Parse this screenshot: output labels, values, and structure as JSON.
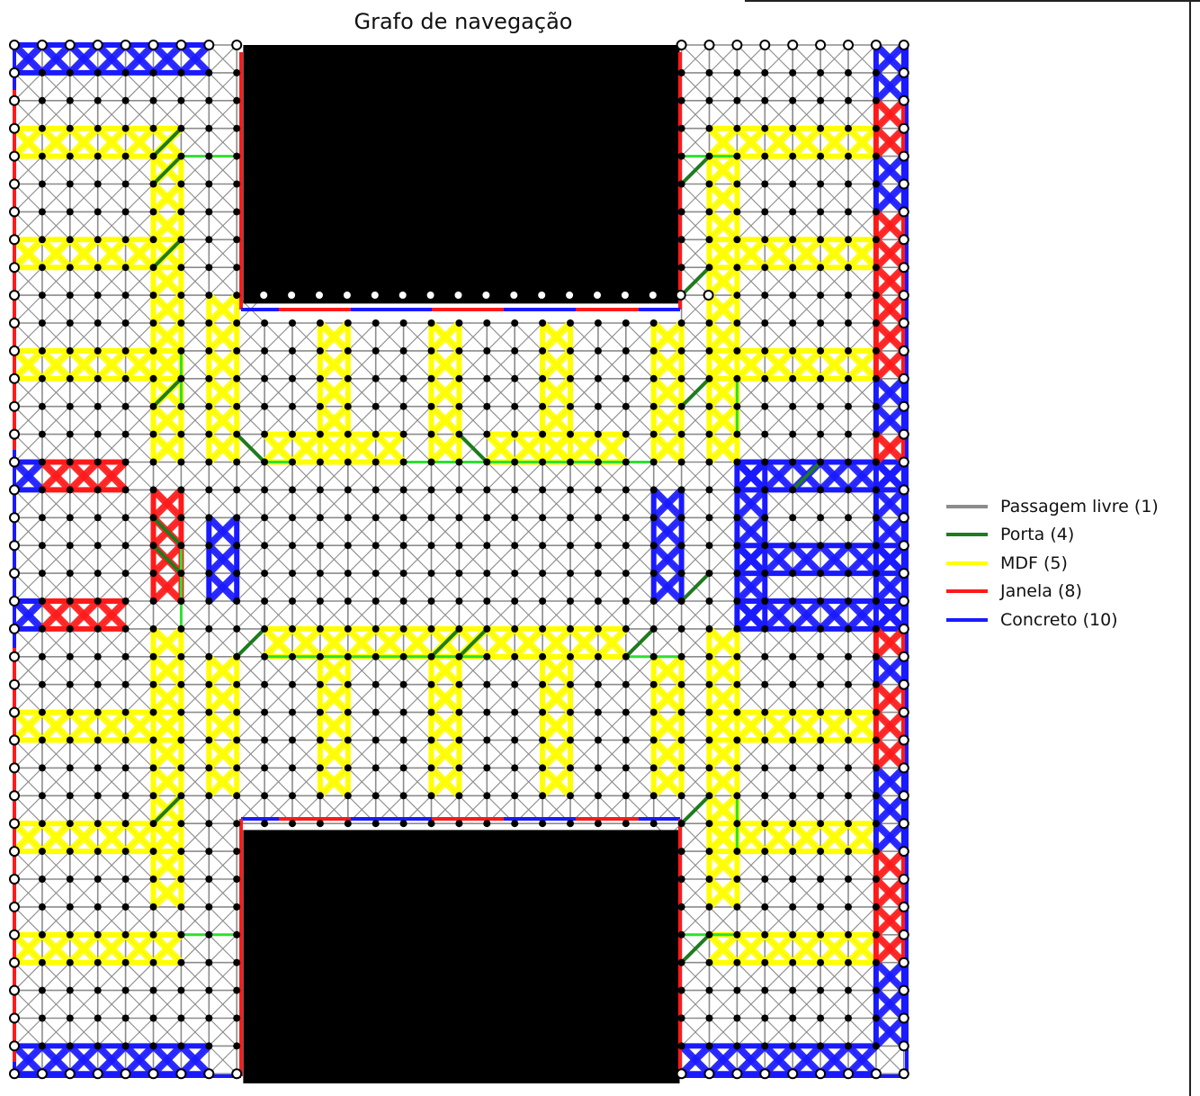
{
  "title": "Grafo de navegação",
  "colors": {
    "free": "#8c8c8c",
    "door": "#1e7b1e",
    "door_light": "#2ee02e",
    "mdf": "#ffff00",
    "mdf_line": "#ffc400",
    "window": "#ff1a1a",
    "concrete": "#1a1aff",
    "obstacle": "#000000",
    "node": "#000000"
  },
  "legend": [
    {
      "label": "Passagem livre (1)",
      "color": "#8c8c8c"
    },
    {
      "label": "Porta (4)",
      "color": "#1e7b1e"
    },
    {
      "label": "MDF (5)",
      "color": "#ffff00"
    },
    {
      "label": "Janela (8)",
      "color": "#ff1a1a"
    },
    {
      "label": "Concreto (10)",
      "color": "#1a1aff"
    }
  ]
}
